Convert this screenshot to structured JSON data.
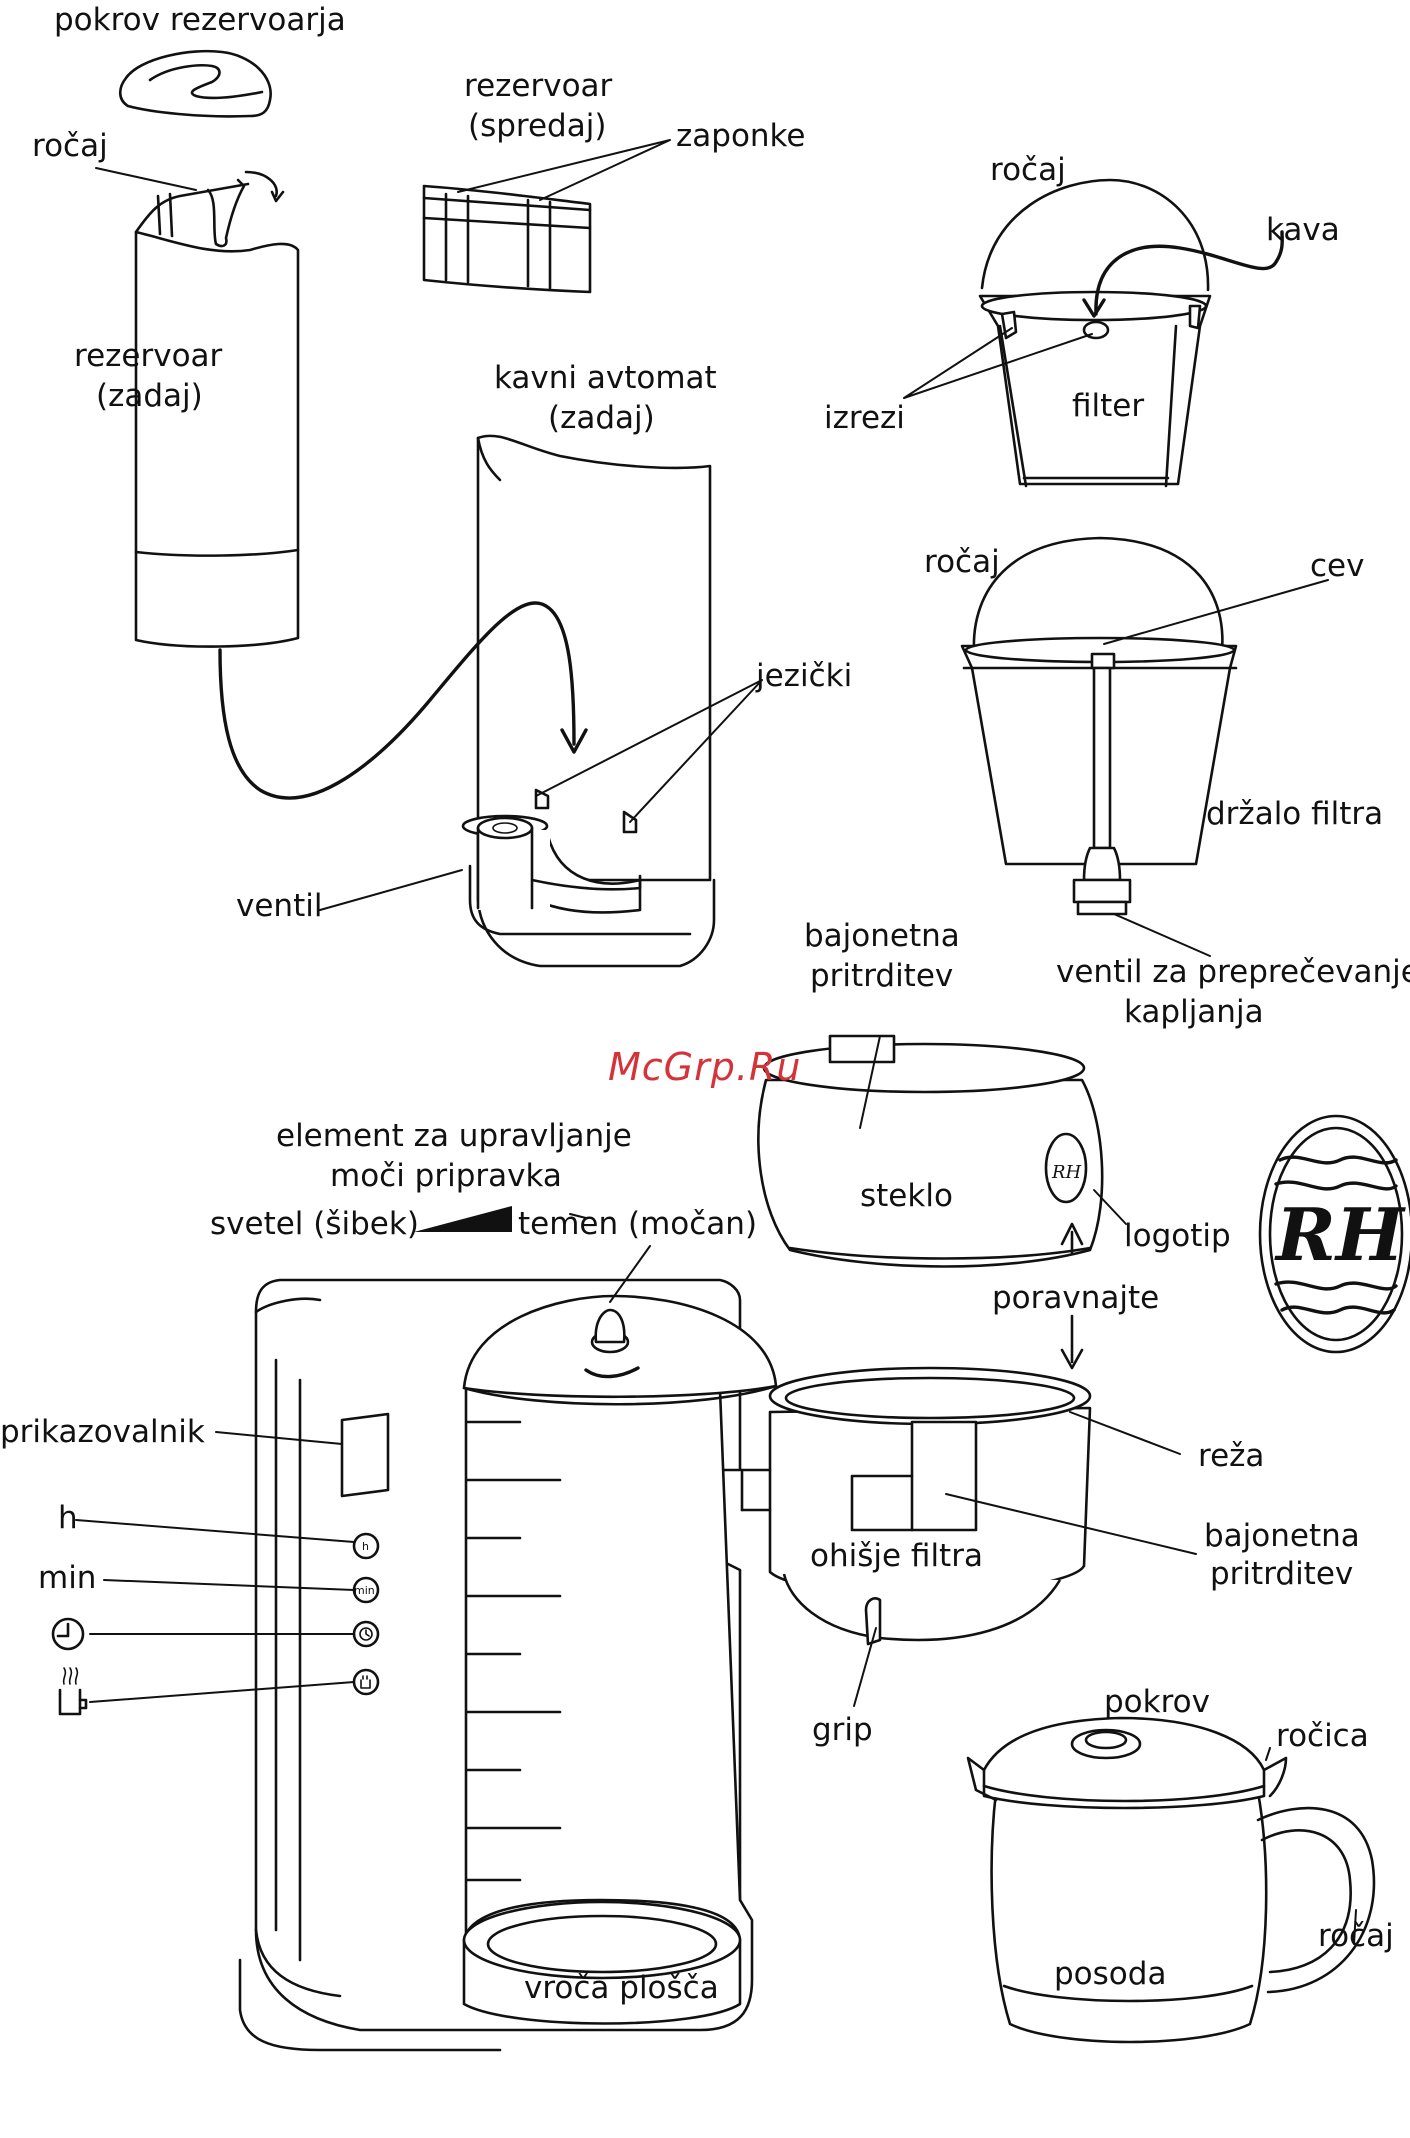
{
  "labels": {
    "pokrov_rezervoarja": "pokrov rezervoarja",
    "rocaj_reservoir": "ročaj",
    "rezervoar_spredaj_1": "rezervoar",
    "rezervoar_spredaj_2": "(spredaj)",
    "zaponke": "zaponke",
    "rocaj_filter": "ročaj",
    "kava": "kava",
    "rezervoar_zadaj_1": "rezervoar",
    "rezervoar_zadaj_2": "(zadaj)",
    "kavni_avtomat_1": "kavni avtomat",
    "kavni_avtomat_2": "(zadaj)",
    "izrezi": "izrezi",
    "filter": "filter",
    "rocaj_holder": "ročaj",
    "cev": "cev",
    "jezicki": "jezički",
    "drzalo_filtra": "držalo filtra",
    "ventil": "ventil",
    "ventil_kapljanje_1": "ventil za preprečevanje",
    "ventil_kapljanje_2": "kapljanja",
    "bajonetna_top_1": "bajonetna",
    "bajonetna_top_2": "pritrditev",
    "element_1": "element za upravljanje",
    "element_2": "moči pripravka",
    "svetel": "svetel (šibek)",
    "temen": "temen (močan)",
    "steklo": "steklo",
    "logotip": "logotip",
    "poravnajte": "poravnajte",
    "prikazovalnik": "prikazovalnik",
    "reza": "reža",
    "h": "h",
    "min": "min",
    "ohisje_filtra": "ohišje filtra",
    "bajonetna_bottom_1": "bajonetna",
    "bajonetna_bottom_2": "pritrditev",
    "grip": "grip",
    "pokrov": "pokrov",
    "rocica": "ročica",
    "rocaj_pot": "ročaj",
    "vroca_plosca": "vroča plošča",
    "posoda": "posoda"
  },
  "buttons": {
    "h": "h",
    "min": "min"
  },
  "watermark": "McGrp.Ru",
  "logo_mark": "RH"
}
